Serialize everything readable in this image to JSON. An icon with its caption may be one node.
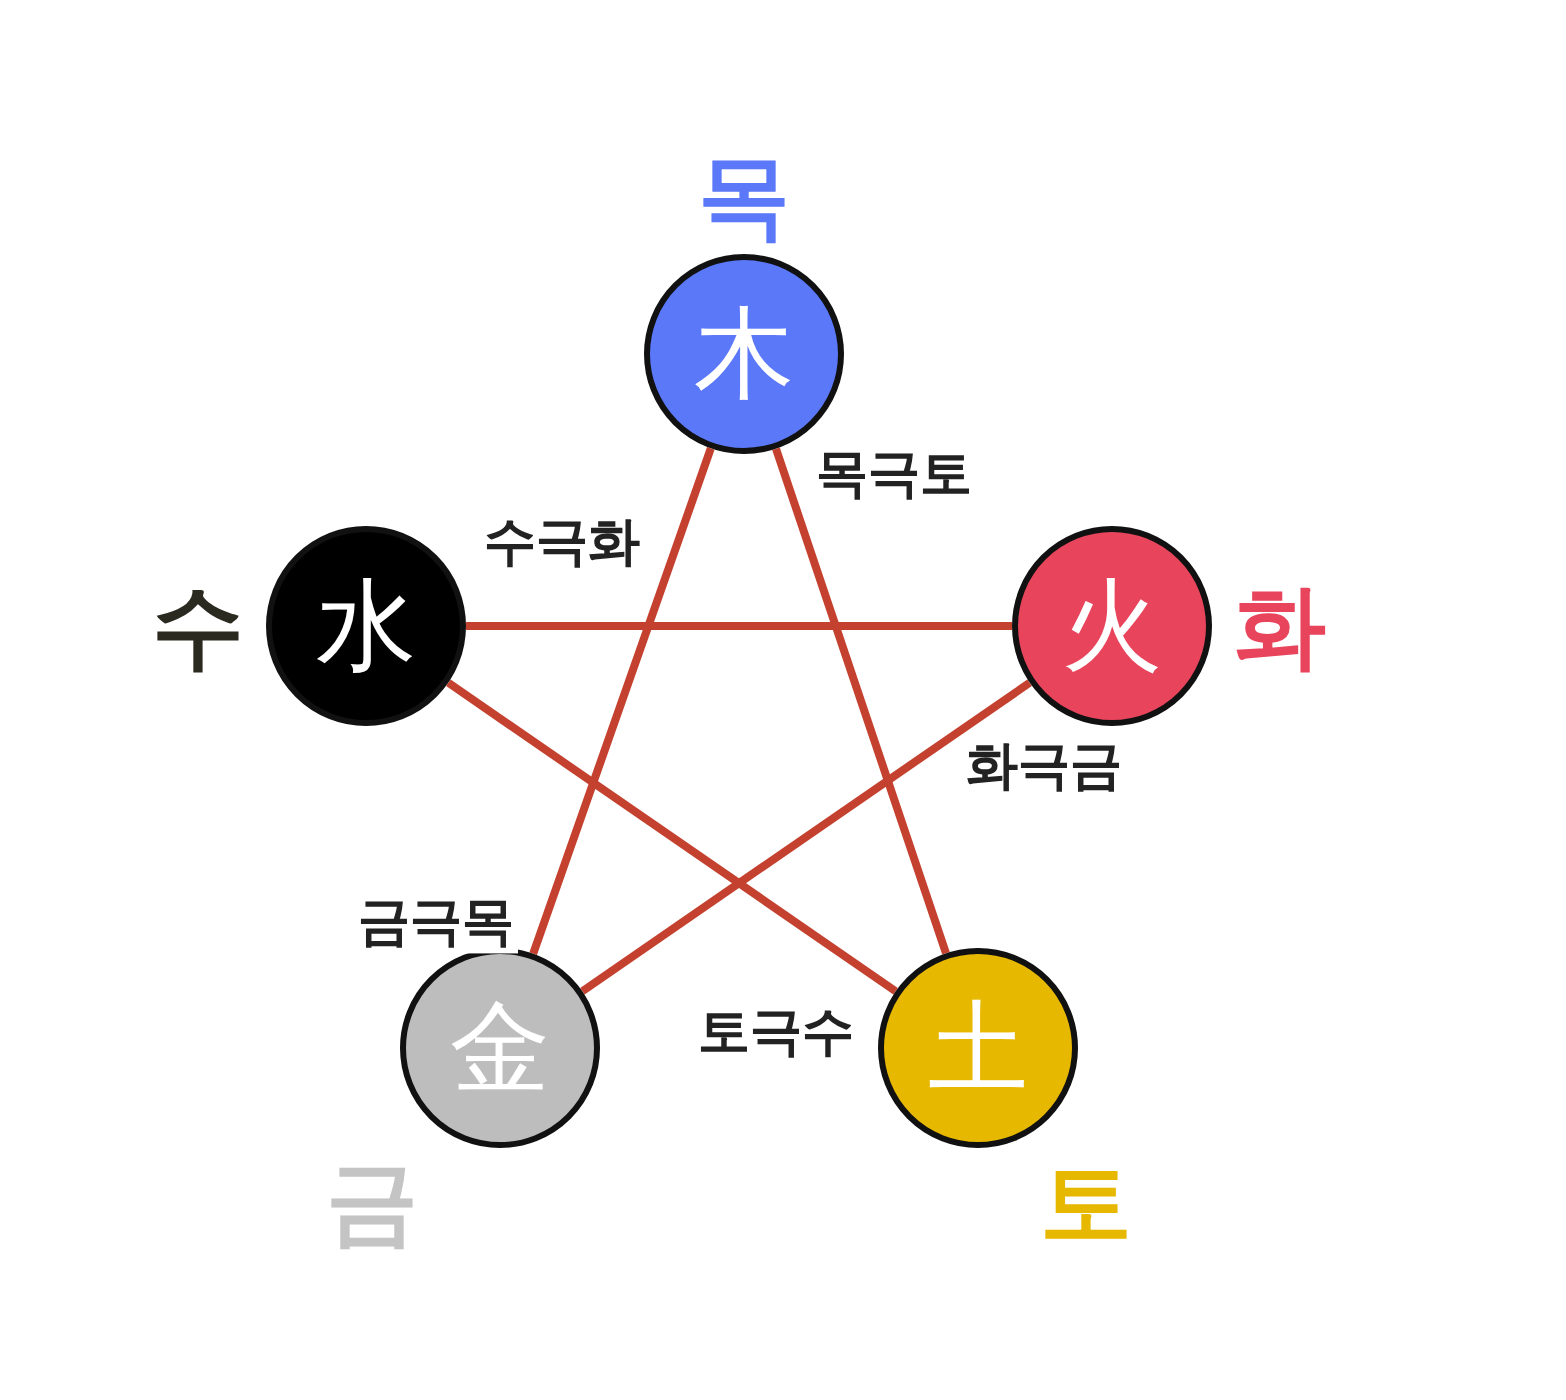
{
  "diagram": {
    "nodes": [
      {
        "text": [
          "木"
        ],
        "beside": [
          "목"
        ]
      },
      {
        "text": [
          "水"
        ],
        "beside": [
          "수"
        ]
      },
      {
        "text": [
          "火"
        ],
        "beside": [
          "화"
        ]
      },
      {
        "text": [
          "金"
        ],
        "beside": [
          "금"
        ]
      },
      {
        "text": [
          "土"
        ],
        "beside": [
          "토"
        ]
      }
    ],
    "edges": [
      {
        "from": 0,
        "to": 4,
        "arrow": "none",
        "label": "목극토"
      },
      {
        "from": 1,
        "to": 2,
        "arrow": "none",
        "label": "수극화"
      },
      {
        "from": 2,
        "to": 3,
        "arrow": "none",
        "label": "화극금"
      },
      {
        "from": 3,
        "to": 0,
        "arrow": "none",
        "label": "금극목"
      },
      {
        "from": 4,
        "to": 1,
        "arrow": "none",
        "label": "토극수"
      }
    ]
  }
}
